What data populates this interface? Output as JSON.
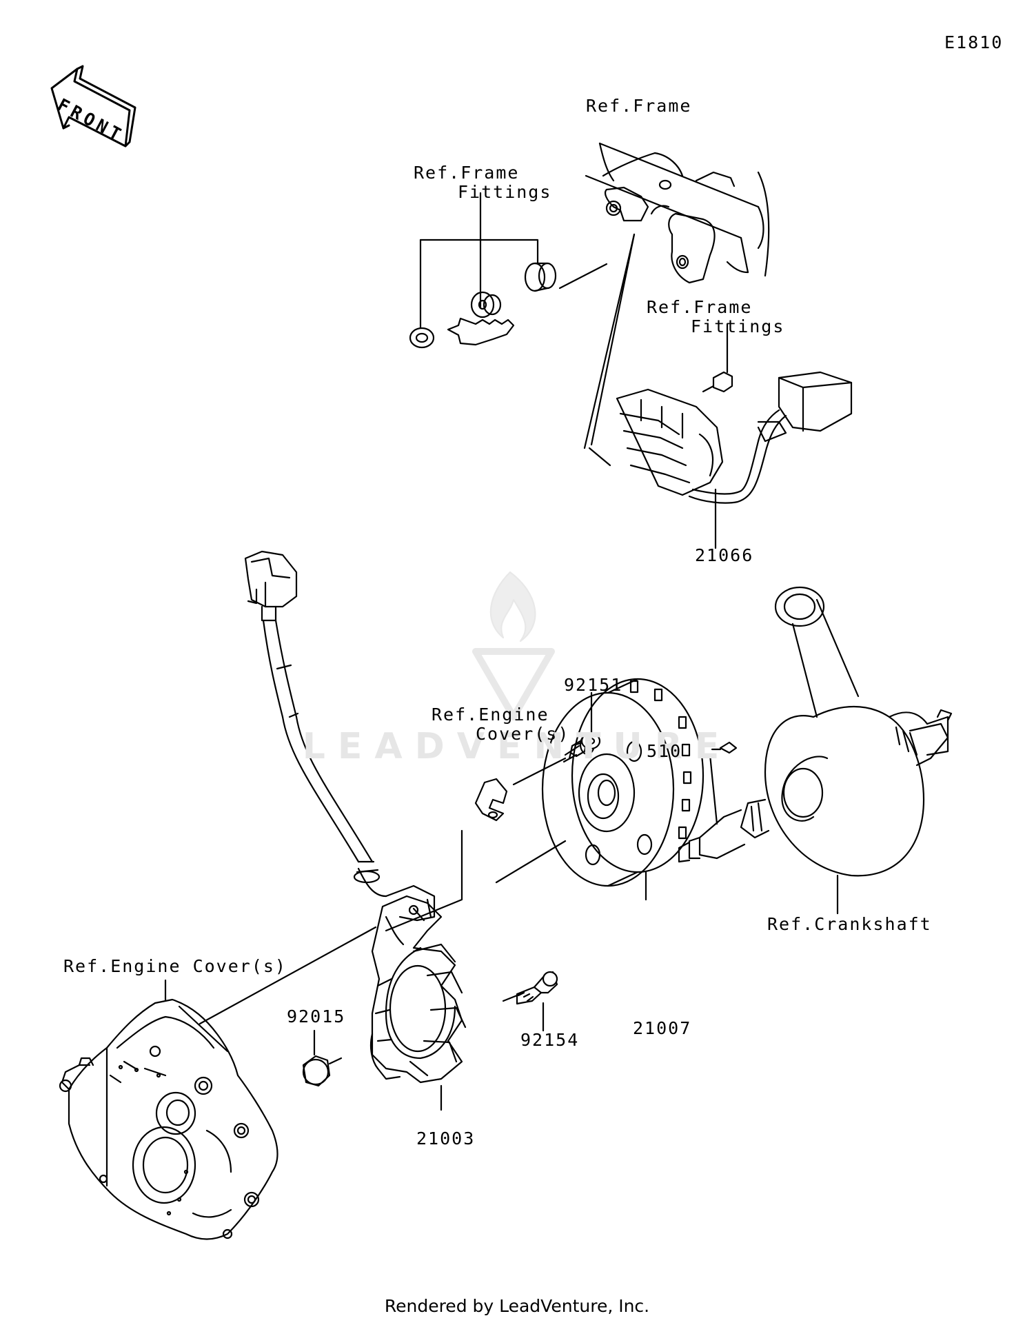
{
  "diagram_id": "E1810",
  "front_arrow": "FRONT",
  "watermark": "LEADVENTURE",
  "labels": {
    "ref_frame": "Ref.Frame",
    "ref_frame_fittings_top": [
      "Ref.Frame",
      "Fittings"
    ],
    "ref_frame_fittings_mid": [
      "Ref.Frame",
      "Fittings"
    ],
    "part_21066": "21066",
    "part_92151": "92151",
    "ref_engine_cover_mid": [
      "Ref.Engine",
      "Cover(s)"
    ],
    "part_510": "510",
    "ref_crankshaft": "Ref.Crankshaft",
    "ref_engine_cover_left": "Ref.Engine Cover(s)",
    "part_92015": "92015",
    "part_92154": "92154",
    "part_21007": "21007",
    "part_21003": "21003"
  },
  "footer": "Rendered by LeadVenture, Inc."
}
